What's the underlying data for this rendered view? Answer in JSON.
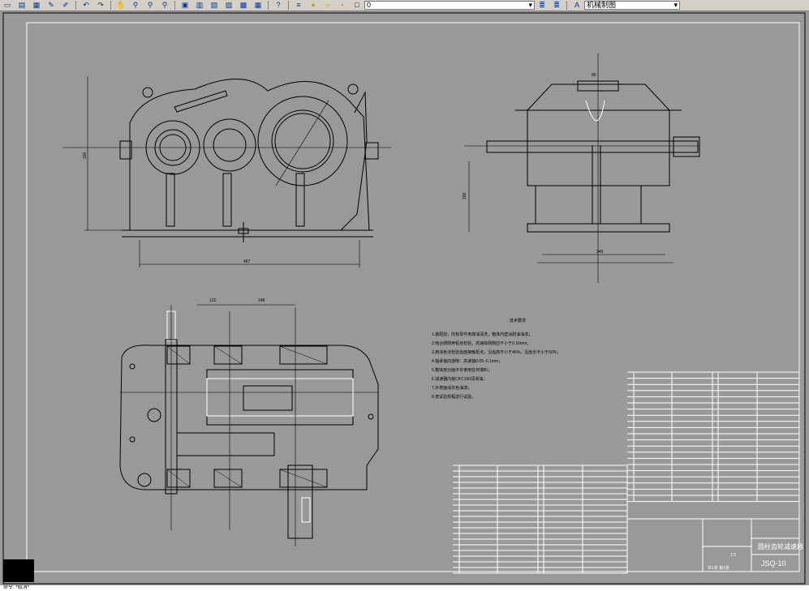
{
  "toolbar": {
    "layer_value": "0",
    "text_style_value": "机械制图",
    "icons": [
      "new-icon",
      "open-icon",
      "save-icon",
      "print-icon",
      "match-prop-icon",
      "undo-icon",
      "redo-icon",
      "pan-icon",
      "zoom-realtime-icon",
      "zoom-window-icon",
      "zoom-previous-icon",
      "properties-icon",
      "design-center-icon",
      "tool-palette-icon",
      "sheet-set-icon",
      "markup-icon",
      "calc-icon",
      "help-icon",
      "layer-manager-icon",
      "bulb-icon",
      "sun-icon",
      "lock-icon",
      "color-square-icon",
      "layer-prev-icon",
      "layer-state-icon",
      "text-style-icon"
    ]
  },
  "drawing": {
    "tech_req_title": "技术要求",
    "tech_req_lines": [
      "1.装配前，所有零件用煤油清洗，箱体内壁涂耐油油漆；",
      "2.啮合侧隙用铅丝检验，高速级侧隙应不小于0.16mm；",
      "3.用涂色法检验齿面接触斑点，沿齿高不小于45%，沿齿长不小于60%；",
      "4.轴承轴向游隙：高速轴0.05~0.1mm；",
      "5.箱体剖分面不许使用任何填料；",
      "6.减速器内装CKC150润滑油；",
      "7.外表面涂灰色油漆；",
      "8.按试验规程进行试验。"
    ],
    "dim_front_width": "467",
    "dim_front_height": "330",
    "dim_side_height": "195",
    "dim_side_width": "249",
    "dim_side_top": "90",
    "dim_top_1": "122",
    "dim_top_2": "148",
    "title_block": {
      "name": "圆柱齿轮减速器",
      "code": "JSQ-10",
      "scale": "1:2",
      "sheet": "共1张 第1张"
    }
  },
  "cmdline": "命令: *取消*"
}
